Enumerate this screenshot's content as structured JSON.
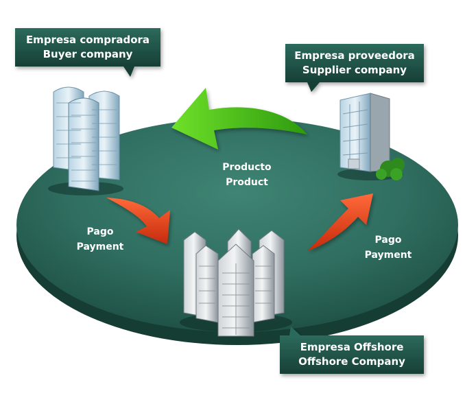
{
  "callouts": {
    "buyer": {
      "line1": "Empresa compradora",
      "line2": "Buyer company"
    },
    "supplier": {
      "line1": "Empresa proveedora",
      "line2": "Supplier company"
    },
    "offshore": {
      "line1": "Empresa Offshore",
      "line2": "Offshore Company"
    }
  },
  "flows": {
    "product": {
      "line1": "Producto",
      "line2": "Product"
    },
    "payment_left": {
      "line1": "Pago",
      "line2": "Payment"
    },
    "payment_right": {
      "line1": "Pago",
      "line2": "Payment"
    }
  },
  "colors": {
    "platform_top": "#2f6e60",
    "platform_edge": "#163d34",
    "callout_bg": "#22584c",
    "label_text": "#ffffff",
    "product_arrow": "#4fc417",
    "payment_arrow": "#e8401a"
  },
  "icons": {
    "buyer": "twin-tower-building-icon",
    "supplier": "office-tower-with-tree-icon",
    "offshore": "skyscraper-cluster-icon",
    "product_flow": "curved-arrow-left-icon",
    "payment_flow": "curved-arrow-icon"
  }
}
